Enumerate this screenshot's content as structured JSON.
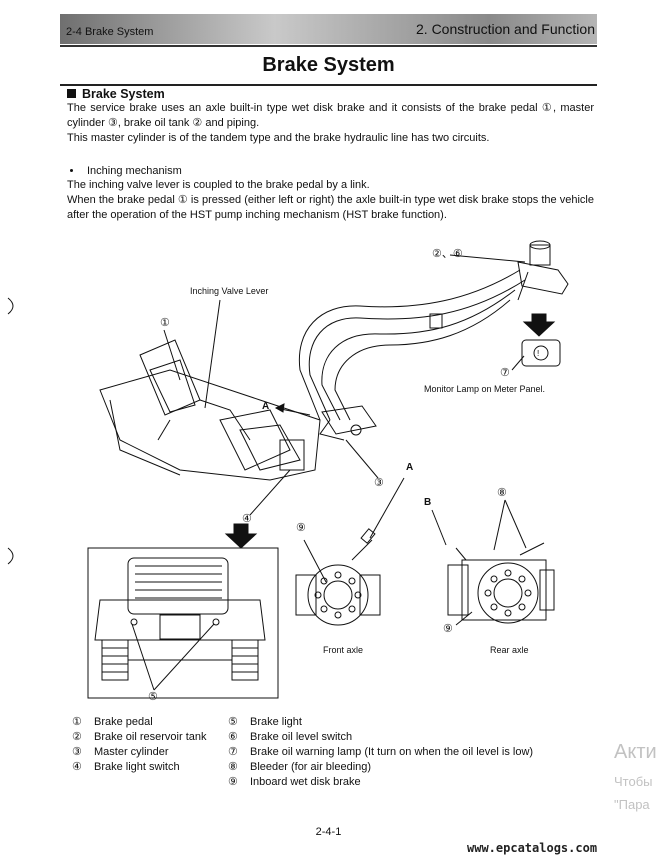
{
  "header": {
    "section": "2-4 Brake System",
    "chapter": "2. Construction and Function"
  },
  "title": "Brake System",
  "section_heading": "Brake System",
  "paragraphs": [
    "The service brake uses an axle built-in type wet disk brake and it consists of the brake pedal ①, master cylinder ③, brake oil tank ② and piping.",
    "This master cylinder is of the tandem type and the brake hydraulic line has two circuits."
  ],
  "bullet": "Inching mechanism",
  "paragraphs2": [
    "The inching valve lever is coupled to the brake pedal by a link.",
    "When the brake pedal ① is pressed (either left or right) the axle built-in type wet disk brake stops the vehicle after the operation of the HST pump inching mechanism (HST brake function)."
  ],
  "figure": {
    "inching_label": "Inching Valve Lever",
    "monitor_label": "Monitor Lamp on Meter Panel.",
    "front_axle": "Front axle",
    "rear_axle": "Rear axle",
    "c1": "①",
    "c26": "②、⑥",
    "c3": "③",
    "c4": "④",
    "c5": "⑤",
    "c7": "⑦",
    "c8": "⑧",
    "c9": "⑨",
    "c9b": "⑨",
    "a1": "A",
    "a2": "A",
    "b": "B"
  },
  "legend_left": [
    {
      "num": "①",
      "text": "Brake pedal"
    },
    {
      "num": "②",
      "text": "Brake oil reservoir tank"
    },
    {
      "num": "③",
      "text": "Master cylinder"
    },
    {
      "num": "④",
      "text": "Brake light switch"
    }
  ],
  "legend_right": [
    {
      "num": "⑤",
      "text": "Brake light"
    },
    {
      "num": "⑥",
      "text": "Brake oil level switch"
    },
    {
      "num": "⑦",
      "text": "Brake oil warning lamp (It turn on when the oil level is low)"
    },
    {
      "num": "⑧",
      "text": "Bleeder (for air bleeding)"
    },
    {
      "num": "⑨",
      "text": "Inboard wet disk brake"
    }
  ],
  "page_number": "2-4-1",
  "watermark": "www.epcatalogs.com",
  "overlay": [
    "Акти",
    "Чтобы",
    "\"Пара"
  ]
}
